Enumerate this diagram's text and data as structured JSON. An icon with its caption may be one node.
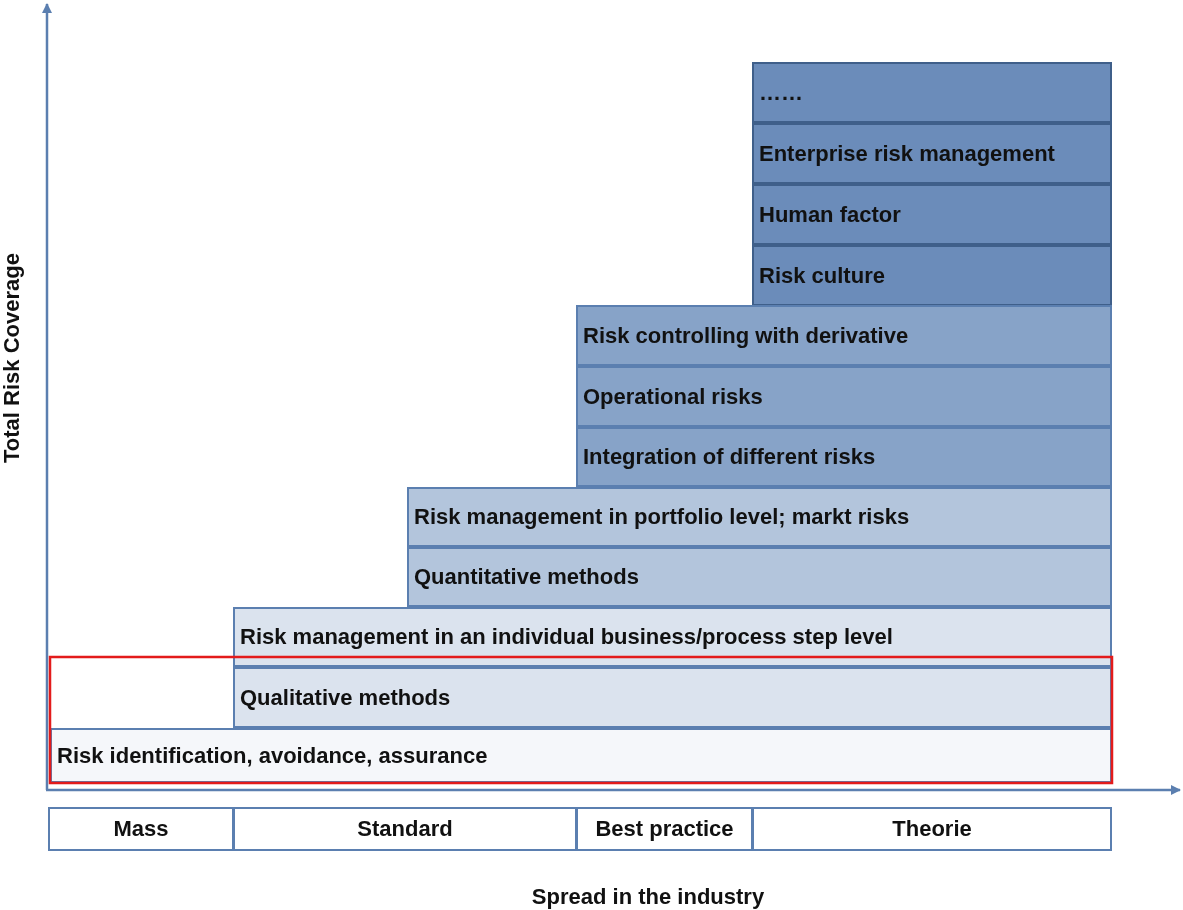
{
  "diagram": {
    "nodes": [
      {
        "text": [
          "……"
        ]
      },
      {
        "text": [
          "Enterprise risk management"
        ]
      },
      {
        "text": [
          "Human factor"
        ]
      },
      {
        "text": [
          "Risk culture"
        ]
      },
      {
        "text": [
          "Risk controlling with derivative"
        ]
      },
      {
        "text": [
          "Operational risks"
        ]
      },
      {
        "text": [
          "Integration of different risks"
        ]
      },
      {
        "text": [
          "Risk management in portfolio level; markt risks"
        ]
      },
      {
        "text": [
          "Quantitative methods"
        ]
      },
      {
        "text": [
          "Risk management in an individual business/process step level"
        ]
      },
      {
        "text": [
          "Qualitative methods"
        ]
      },
      {
        "text": [
          "Risk identification, avoidance, assurance"
        ]
      },
      {
        "text": [
          "Mass"
        ]
      },
      {
        "text": [
          "Standard"
        ]
      },
      {
        "text": [
          "Best practice"
        ]
      },
      {
        "text": [
          "Theorie"
        ]
      }
    ],
    "labels": [
      "Total Risk Coverage",
      "Spread in the industry"
    ]
  }
}
